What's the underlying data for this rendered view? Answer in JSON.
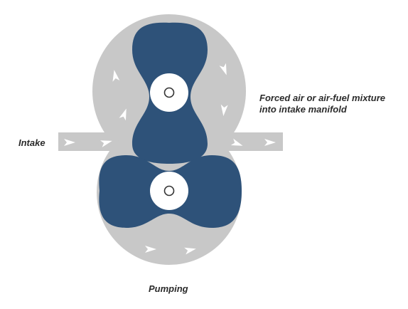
{
  "labels": {
    "intake": "Intake",
    "forced_line1": "Forced air or air-fuel mixture",
    "forced_line2": "into intake manifold",
    "pumping": "Pumping"
  },
  "colors": {
    "housing": "#c8c8c8",
    "rotor": "#2e5279",
    "shaft_hub": "#ffffff",
    "arrow": "#ffffff",
    "text": "#2b2b2b"
  },
  "icons": {
    "flow_arrow": "chevron-arrow-icon",
    "shaft": "shaft-circle-icon"
  }
}
